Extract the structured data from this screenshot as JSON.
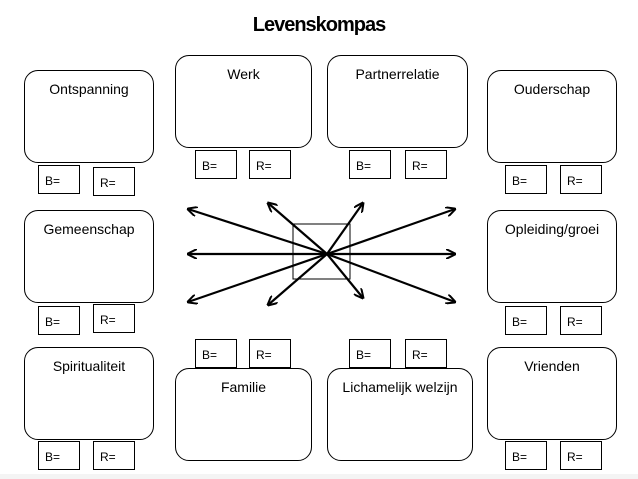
{
  "title": "Levenskompas",
  "areas": [
    {
      "label": "Ontspanning",
      "b": "B=",
      "r": "R="
    },
    {
      "label": "Werk",
      "b": "B=",
      "r": "R="
    },
    {
      "label": "Partnerrelatie",
      "b": "B=",
      "r": "R="
    },
    {
      "label": "Ouderschap",
      "b": "B=",
      "r": "R="
    },
    {
      "label": "Gemeenschap",
      "b": "B=",
      "r": "R="
    },
    {
      "label": "Opleiding/groei",
      "b": "B=",
      "r": "R="
    },
    {
      "label": "Spiritualiteit",
      "b": "B=",
      "r": "R="
    },
    {
      "label": "Familie",
      "b": "B=",
      "r": "R="
    },
    {
      "label": "Lichamelijk welzijn",
      "b": "B=",
      "r": "R="
    },
    {
      "label": "Vrienden",
      "b": "B=",
      "r": "R="
    }
  ]
}
